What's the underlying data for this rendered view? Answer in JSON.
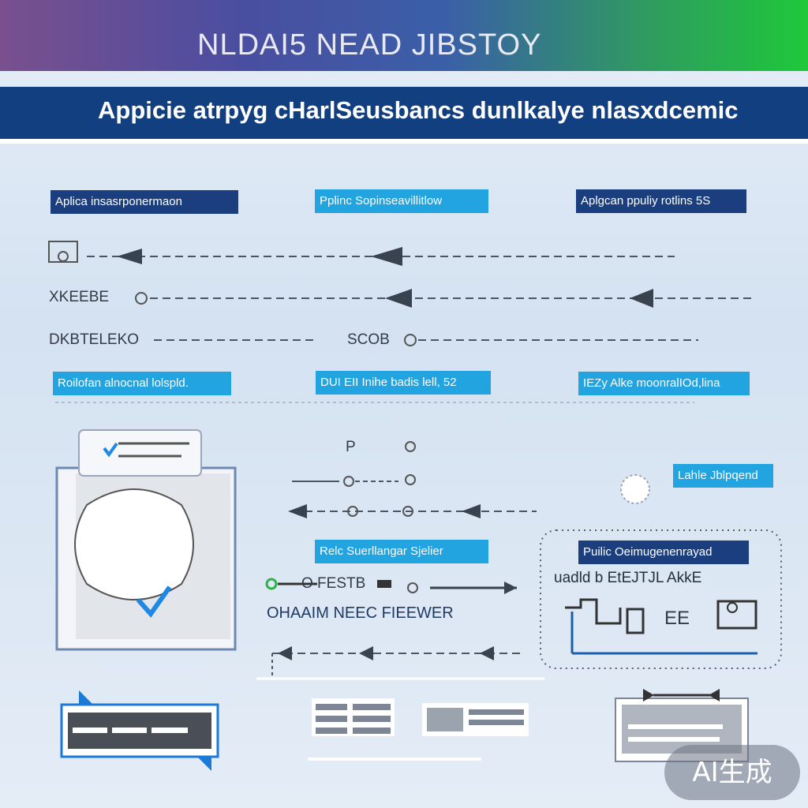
{
  "header": {
    "title": "NLDAI5 NEAD JIBSTOY",
    "subtitle": "Appicie  atrpyg cHarlSeusbancs dunlkalye nlasxdcemic"
  },
  "labels": {
    "l1": "Aplica insasrponermaon",
    "l2": "Pplinc Sopinseavillitlow",
    "l3": "Aplgcan ppuliy rotlins 5S",
    "l4": "Roilofan alnocnal lolspld.",
    "l5": "DUI EII Inihe badis lell, 52",
    "l6": "IEZy Alke moonralIOd,lina",
    "l7": "Lahle Jblpqend",
    "l8": "Relc Suerllangar Sjelier",
    "l9": "Puilic Oeimugenenrayad"
  },
  "rows": {
    "r1": "XKEEBE",
    "r2": "DKBTELEKO",
    "r3": "SCOB",
    "r4": "P",
    "r5": "O FESTB",
    "r6": "OHAAIM NEEC FIEEWER",
    "r7": "uadld b EtEJTJL AkkE",
    "r8": "EE"
  },
  "badge": "AI生成",
  "colors": {
    "navy": "#123f80",
    "label_dark": "#1b3f7e",
    "label_light": "#22a4e0",
    "green": "#2fb04a"
  }
}
